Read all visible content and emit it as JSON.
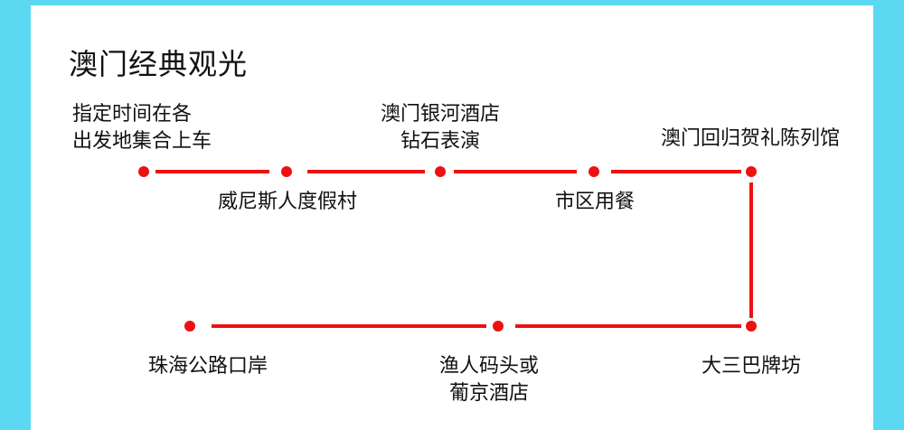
{
  "title": "澳门经典观光",
  "colors": {
    "background": "#5dd8f2",
    "card": "#ffffff",
    "route": "#ee1111",
    "text": "#111111"
  },
  "stops": [
    {
      "lines": [
        "指定时间在各",
        "出发地集合上车"
      ]
    },
    {
      "lines": [
        "威尼斯人度假村"
      ]
    },
    {
      "lines": [
        "澳门银河酒店",
        "钻石表演"
      ]
    },
    {
      "lines": [
        "市区用餐"
      ]
    },
    {
      "lines": [
        "澳门回归贺礼陈列馆"
      ]
    },
    {
      "lines": [
        "大三巴牌坊"
      ]
    },
    {
      "lines": [
        "渔人码头或",
        "葡京酒店"
      ]
    },
    {
      "lines": [
        "珠海公路口岸"
      ]
    }
  ]
}
